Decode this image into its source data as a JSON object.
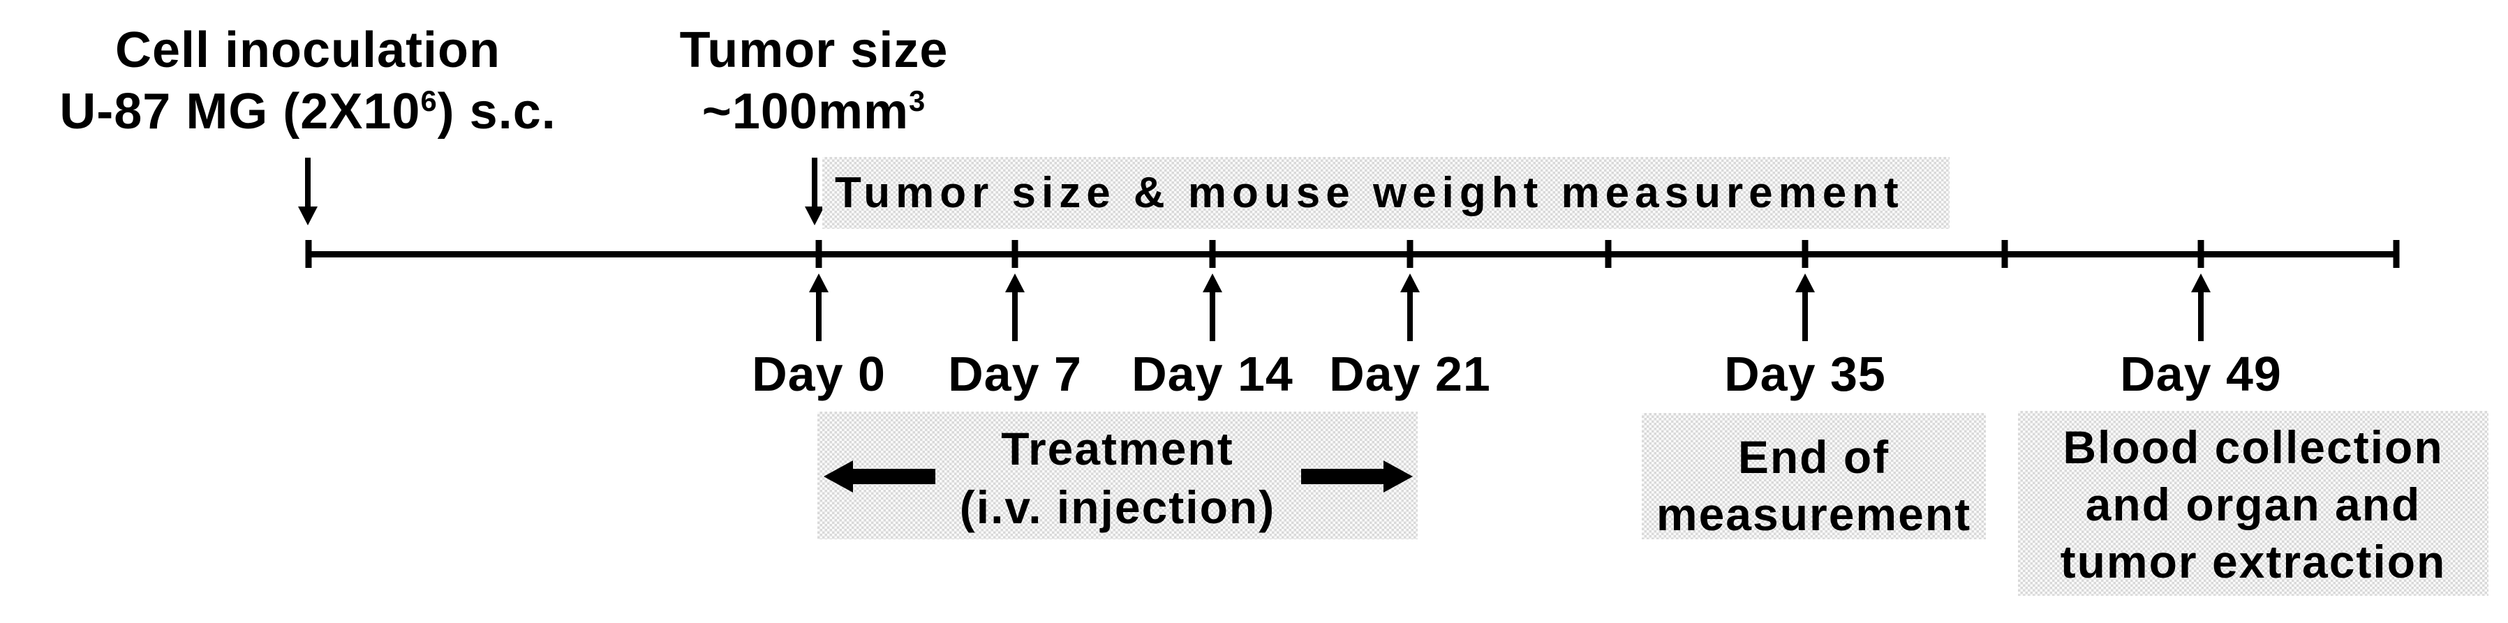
{
  "figure": {
    "inoculation_label": {
      "line1": "Cell inoculation",
      "line2_prefix": "U-87 MG (2X10",
      "line2_superscript": "6",
      "line2_suffix": ") s.c."
    },
    "tumor_size_label": {
      "line1": "Tumor size",
      "line2_prefix": "~100mm",
      "line2_superscript": "3"
    },
    "measurement_band_label": "Tumor size & mouse weight measurement",
    "day_labels": [
      "Day 0",
      "Day 7",
      "Day 14",
      "Day 21",
      "Day 35",
      "Day 49"
    ],
    "treatment_box": {
      "line1": "Treatment",
      "line2": "(i.v. injection)"
    },
    "end_of_measurement_box": {
      "line1": "End of",
      "line2": "measurement"
    },
    "collection_box": {
      "line1": "Blood collection",
      "line2": "and organ and",
      "line3": "tumor extraction"
    },
    "colors": {
      "background": "#ffffff",
      "band_fill": "#e7e7e7",
      "ink": "#000000"
    }
  }
}
